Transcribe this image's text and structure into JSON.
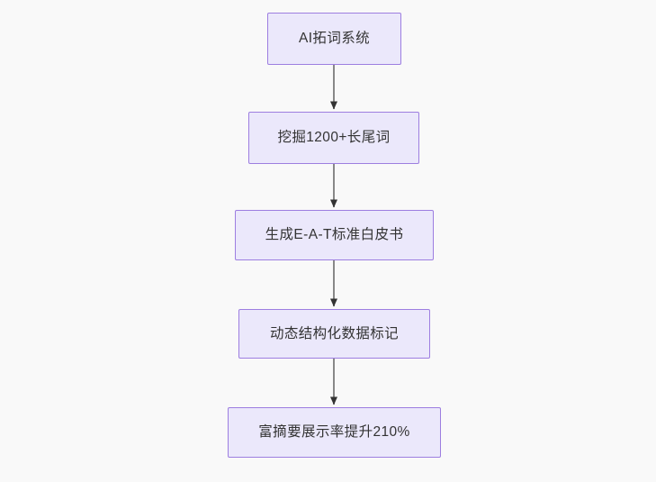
{
  "diagram": {
    "type": "flowchart",
    "orientation": "top-to-bottom",
    "background_color": "#f9f9f9",
    "node_fill_color": "#ebe8fb",
    "node_border_color": "#9d7ee0",
    "node_text_color": "#333333",
    "edge_line_color": "#888888",
    "edge_arrow_color": "#333333",
    "nodes": [
      {
        "id": "node-0",
        "label": "AI拓词系统"
      },
      {
        "id": "node-1",
        "label": "挖掘1200+长尾词"
      },
      {
        "id": "node-2",
        "label": "生成E-A-T标准白皮书"
      },
      {
        "id": "node-3",
        "label": "动态结构化数据标记"
      },
      {
        "id": "node-4",
        "label": "富摘要展示率提升210%"
      }
    ],
    "edges": [
      {
        "from": "node-0",
        "to": "node-1",
        "arrow": "arrow-down-icon"
      },
      {
        "from": "node-1",
        "to": "node-2",
        "arrow": "arrow-down-icon"
      },
      {
        "from": "node-2",
        "to": "node-3",
        "arrow": "arrow-down-icon"
      },
      {
        "from": "node-3",
        "to": "node-4",
        "arrow": "arrow-down-icon"
      }
    ]
  }
}
